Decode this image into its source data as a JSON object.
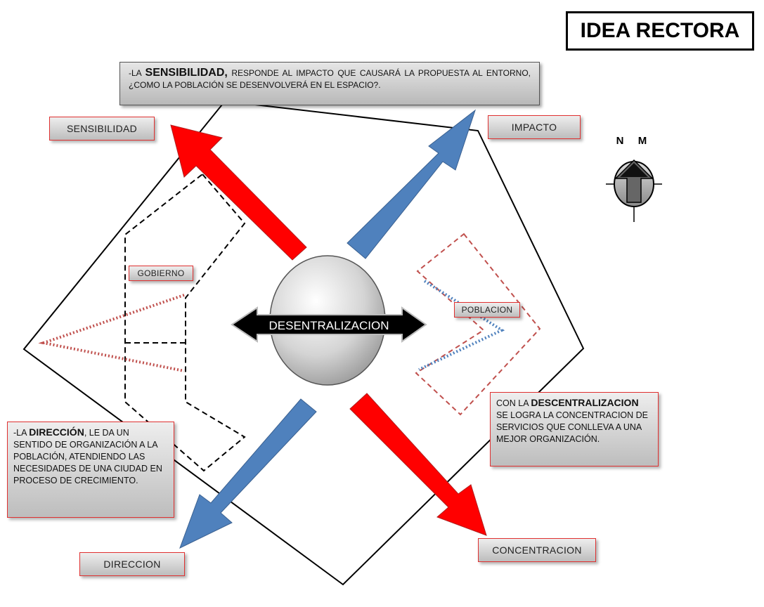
{
  "title": "IDEA RECTORA",
  "center_label": "DESENTRALIZACION",
  "labels": {
    "sensibilidad": "SENSIBILIDAD",
    "impacto": "IMPACTO",
    "direccion": "DIRECCION",
    "concentracion": "CONCENTRACION",
    "gobierno": "GOBIERNO",
    "poblacion": "POBLACION"
  },
  "compass": {
    "north": "N",
    "magnetic": "M"
  },
  "notes": {
    "sensibilidad": {
      "prefix": "-LA ",
      "bold": "SENSIBILIDAD,",
      "text": " RESPONDE AL IMPACTO QUE CAUSARÁ LA PROPUESTA AL ENTORNO, ¿COMO LA POBLACIÓN SE DESENVOLVERÁ EN EL ESPACIO?."
    },
    "direccion": {
      "prefix": "-LA ",
      "bold": "DIRECCIÓN",
      "text": ", LE DA UN SENTIDO DE ORGANIZACIÓN A LA POBLACIÓN, ATENDIENDO LAS NECESIDADES DE UNA CIUDAD EN PROCESO DE CRECIMIENTO."
    },
    "descentralizacion": {
      "prefix": "CON LA ",
      "bold": "DESCENTRALIZACION",
      "text": " SE LOGRA LA CONCENTRACION DE SERVICIOS QUE CONLLEVA A UNA MEJOR ORGANIZACIÓN."
    }
  },
  "colors": {
    "red_arrow": "#ff0000",
    "blue_arrow": "#4f81bd",
    "dotted_red": "#c0504d",
    "dotted_blue": "#4f81bd",
    "box_border": "#e03030"
  }
}
